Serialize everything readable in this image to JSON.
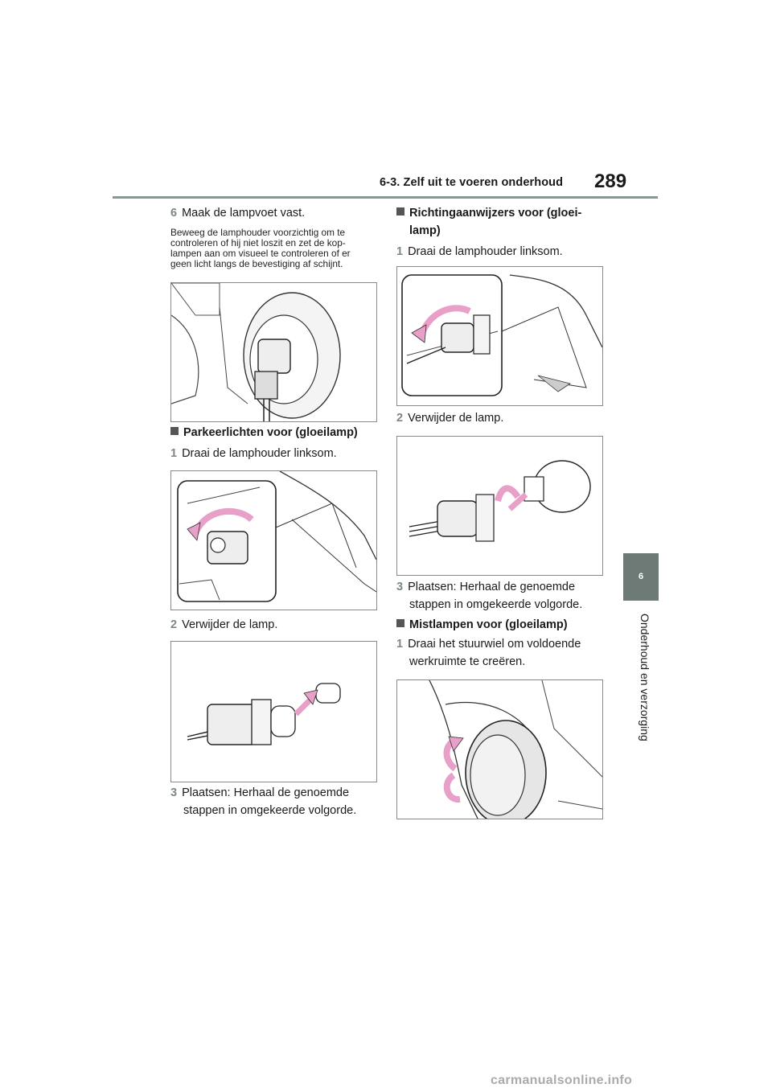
{
  "header": {
    "section": "6-3. Zelf uit te voeren onderhoud",
    "page_number": "289"
  },
  "side_tab": {
    "number": "6",
    "label": "Onderhoud en verzorging"
  },
  "left": {
    "step6": {
      "num": "6",
      "text": "Maak de lampvoet vast."
    },
    "note": [
      "Beweeg de lamphouder voorzichtig om te",
      "controleren of hij niet loszit en zet de kop-",
      "lampen aan om visueel te controleren of er",
      "geen licht langs de bevestiging af schijnt."
    ],
    "parking_heading": "Parkeerlichten voor (gloeilamp)",
    "p_step1": {
      "num": "1",
      "text": "Draai de lamphouder linksom."
    },
    "p_step2": {
      "num": "2",
      "text": "Verwijder de lamp."
    },
    "p_step3": {
      "num": "3",
      "line1": "Plaatsen: Herhaal de genoemde",
      "line2": "stappen in omgekeerde volgorde."
    }
  },
  "right": {
    "turn_heading_line1": "Richtingaanwijzers voor (gloei-",
    "turn_heading_line2": "lamp)",
    "t_step1": {
      "num": "1",
      "text": "Draai de lamphouder linksom."
    },
    "t_step2": {
      "num": "2",
      "text": "Verwijder de lamp."
    },
    "t_step3": {
      "num": "3",
      "line1": "Plaatsen: Herhaal de genoemde",
      "line2": "stappen in omgekeerde volgorde."
    },
    "fog_heading": "Mistlampen voor (gloeilamp)",
    "f_step1": {
      "num": "1",
      "line1": "Draai het stuurwiel om voldoende",
      "line2": "werkruimte te creëren."
    }
  },
  "footer": "carmanualsonline.info",
  "colors": {
    "accent_arrow": "#e8a0c8",
    "rule": "#8a9691",
    "tab": "#6e7a76"
  }
}
